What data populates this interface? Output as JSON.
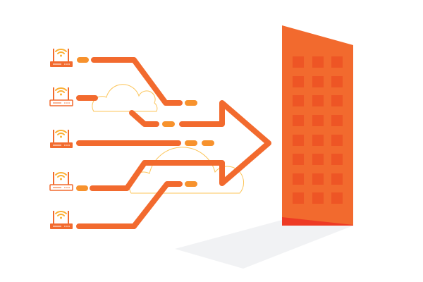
{
  "colors": {
    "line": "#f26a2e",
    "dash": "#f7922d",
    "wifi": "#fbb034",
    "cloud": "#fcc55a",
    "building": "#f26a2e",
    "window": "#ee5525",
    "base": "#ee3a24",
    "shadow": "#f1f2f4"
  },
  "routers": [
    {
      "style": "filled"
    },
    {
      "style": "outlined"
    },
    {
      "style": "filled"
    },
    {
      "style": "outlined"
    },
    {
      "style": "filled"
    }
  ]
}
